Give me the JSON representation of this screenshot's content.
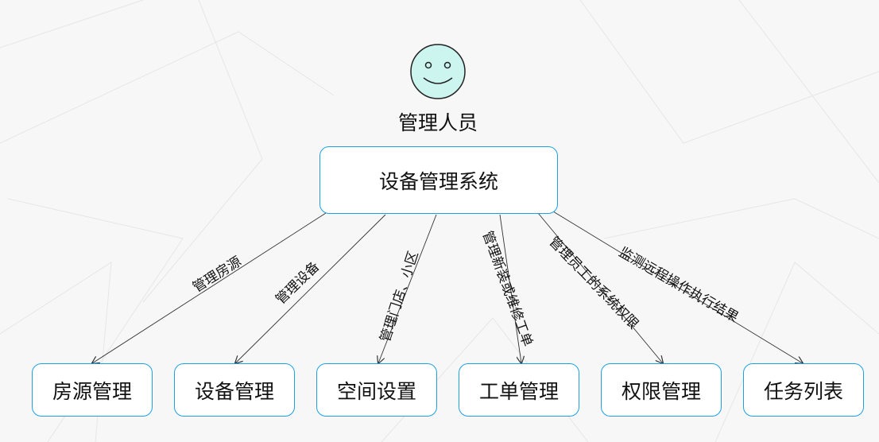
{
  "actor": {
    "label": "管理人员",
    "icon": "smiley-face-icon",
    "fill": "#ccf5ef"
  },
  "system": {
    "label": "设备管理系统",
    "border_color": "#1ba1e2"
  },
  "modules": [
    {
      "id": "house",
      "label": "房源管理"
    },
    {
      "id": "device",
      "label": "设备管理"
    },
    {
      "id": "space",
      "label": "空间设置"
    },
    {
      "id": "workorder",
      "label": "工单管理"
    },
    {
      "id": "permission",
      "label": "权限管理"
    },
    {
      "id": "task",
      "label": "任务列表"
    }
  ],
  "edges": [
    {
      "from": "system",
      "to": "house",
      "label": "管理房源"
    },
    {
      "from": "system",
      "to": "device",
      "label": "管理设备"
    },
    {
      "from": "system",
      "to": "space",
      "label": "管理门店、小区"
    },
    {
      "from": "system",
      "to": "workorder",
      "label": "管理新装或维修工单"
    },
    {
      "from": "system",
      "to": "permission",
      "label": "管理员工的系统权限"
    },
    {
      "from": "system",
      "to": "task",
      "label": "监测远程操作执行结果"
    }
  ],
  "colors": {
    "box_border": "#1ba1e2",
    "line": "#333333",
    "background": "#f7f7f7"
  }
}
